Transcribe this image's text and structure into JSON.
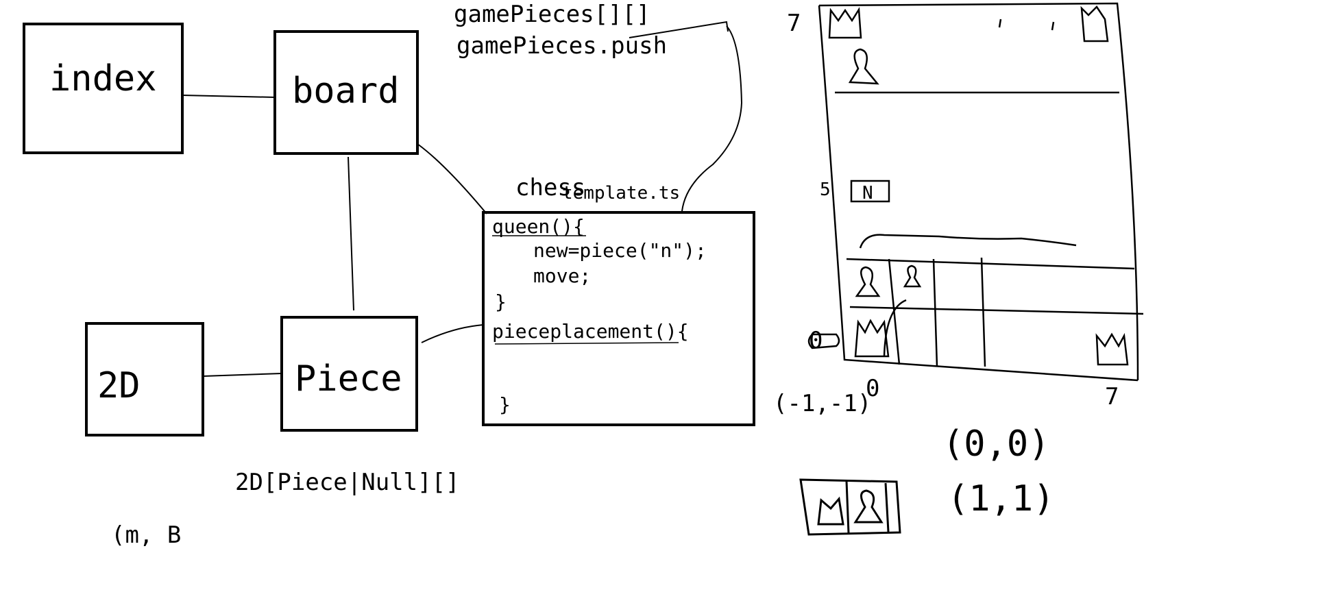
{
  "boxes": {
    "index": "index",
    "board": "board",
    "piece": "Piece",
    "twod": "2D"
  },
  "code_box": {
    "title_line1": "chess",
    "title_line2": "template.ts",
    "lines": [
      "queen(){",
      "new=piece(\"n\");",
      "move;",
      "}",
      "pieceplacement(){",
      "}"
    ]
  },
  "notes": {
    "game_pieces_decl": "gamePieces[][]",
    "game_pieces_push": "gamePieces.push",
    "type_annotation": "2D[Piece|Null][]",
    "partial_coord": "(m, B"
  },
  "board_sketch": {
    "rank_top": "7",
    "rank_mid": "5",
    "rank_bottom": "0",
    "file_left": "0",
    "file_right": "7",
    "knight_letter": "N"
  },
  "coordinates": {
    "neg": "(-1,-1)",
    "origin": "(0,0)",
    "one_one": "(1,1)"
  },
  "icons": {
    "queen": "white-queen",
    "pawn": "white-pawn",
    "knight": "knight-square"
  }
}
